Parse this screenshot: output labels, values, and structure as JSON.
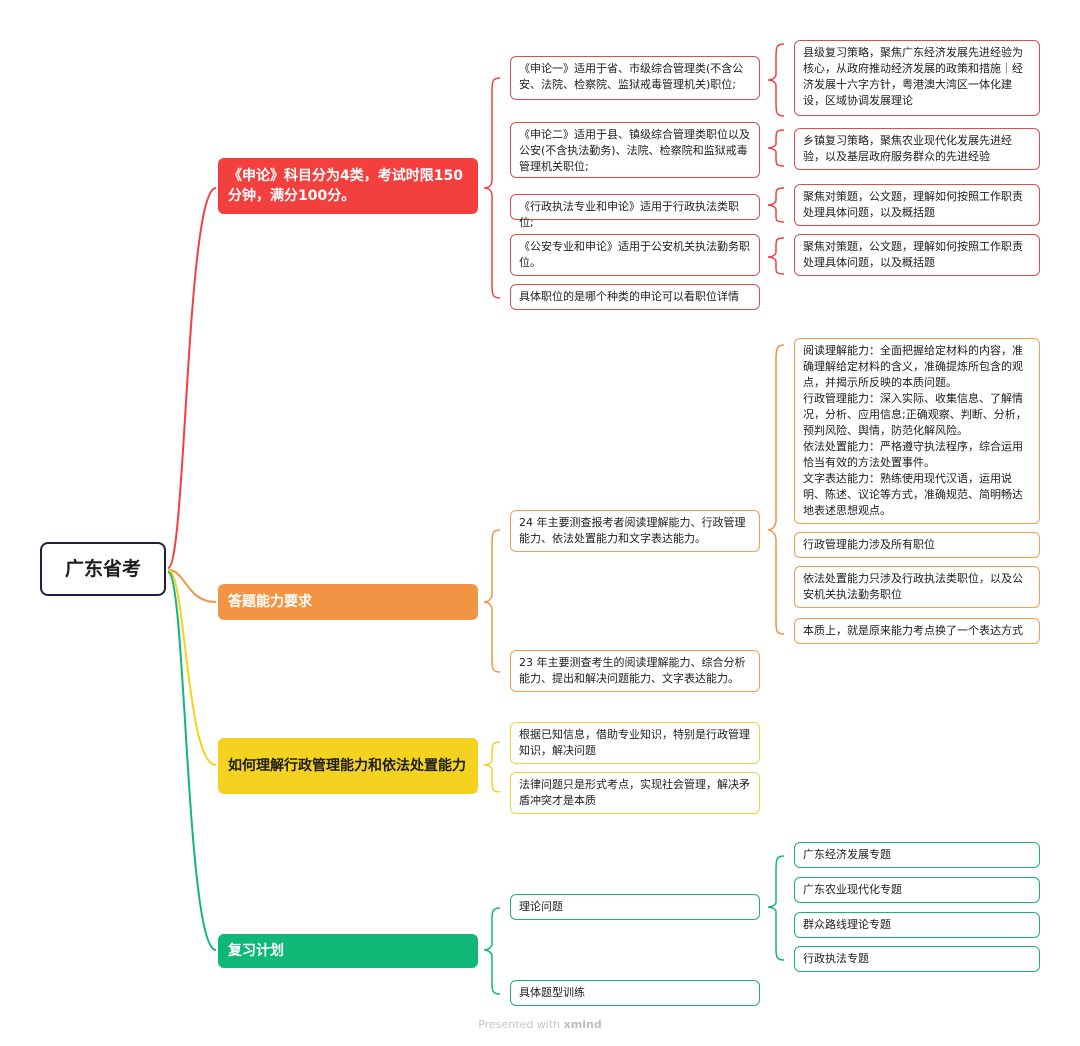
{
  "root": "广东省考",
  "colors": {
    "red": "#f43f3f",
    "orange": "#f19544",
    "yellow": "#f4d21f",
    "green": "#0fb877",
    "root_border": "#1e2240"
  },
  "branches": {
    "b1": {
      "label": "《申论》科目分为4类，考试时限150分钟，满分100分。",
      "children": [
        "《申论一》适用于省、市级综合管理类(不含公安、法院、检察院、监狱戒毒管理机关)职位;",
        "《申论二》适用于县、镇级综合管理类职位以及公安(不含执法勤务)、法院、检察院和监狱戒毒管理机关职位;",
        "《行政执法专业和申论》适用于行政执法类职位;",
        "《公安专业和申论》适用于公安机关执法勤务职位。",
        "具体职位的是哪个种类的申论可以看职位详情"
      ],
      "details": [
        "县级复习策略，聚焦广东经济发展先进经验为核心，从政府推动经济发展的政策和措施｜经济发展十六字方针，粤港澳大湾区一体化建设，区域协调发展理论",
        "乡镇复习策略，聚焦农业现代化发展先进经验，以及基层政府服务群众的先进经验",
        "聚焦对策题，公文题，理解如何按照工作职责处理具体问题，以及概括题",
        "聚焦对策题，公文题，理解如何按照工作职责处理具体问题，以及概括题"
      ]
    },
    "b2": {
      "label": "答题能力要求",
      "children": [
        "24 年主要测查报考者阅读理解能力、行政管理能力、依法处置能力和文字表达能力。",
        "23 年主要测查考生的阅读理解能力、综合分析能力、提出和解决问题能力、文字表达能力。"
      ],
      "details": [
        "阅读理解能力：全面把握给定材料的内容，准确理解给定材料的含义，准确提炼所包含的观点，并揭示所反映的本质问题。\n行政管理能力：深入实际、收集信息、了解情况，分析、应用信息;正确观察、判断、分析，预判风险、舆情，防范化解风险。\n依法处置能力：严格遵守执法程序，综合运用恰当有效的方法处置事件。\n文字表达能力：熟练使用现代汉语，运用说明、陈述、议论等方式，准确规范、简明畅达地表述思想观点。",
        "行政管理能力涉及所有职位",
        "依法处置能力只涉及行政执法类职位，以及公安机关执法勤务职位",
        "本质上，就是原来能力考点换了一个表达方式"
      ]
    },
    "b3": {
      "label": "如何理解行政管理能力和依法处置能力",
      "children": [
        "根据已知信息，借助专业知识，特别是行政管理知识，解决问题",
        "法律问题只是形式考点，实现社会管理，解决矛盾冲突才是本质"
      ]
    },
    "b4": {
      "label": "复习计划",
      "children": [
        "理论问题",
        "具体题型训练"
      ],
      "details": [
        "广东经济发展专题",
        "广东农业现代化专题",
        "群众路线理论专题",
        "行政执法专题"
      ]
    }
  },
  "footer": {
    "prefix": "Presented with",
    "brand": "xmind"
  }
}
